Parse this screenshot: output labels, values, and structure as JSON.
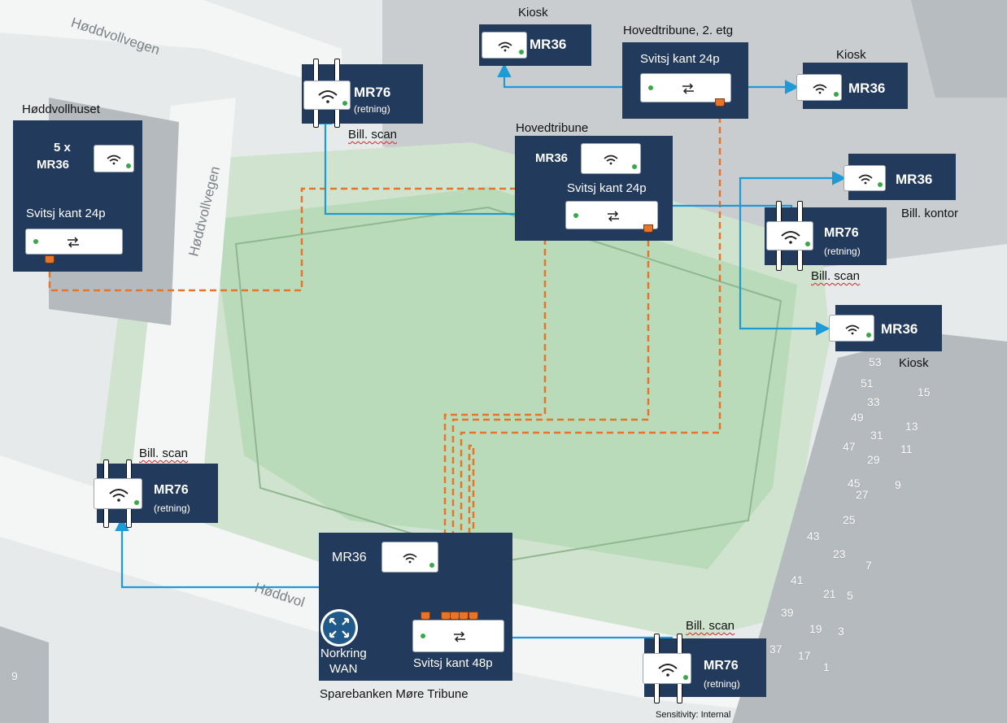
{
  "labels": {
    "hoddvollhuset": "Høddvollhuset",
    "count_5x": "5 x",
    "mr36": "MR36",
    "mr76": "MR76",
    "retning": "(retning)",
    "switch24": "Svitsj kant 24p",
    "switch48": "Svitsj kant 48p",
    "bill_scan": "Bill. scan",
    "kiosk": "Kiosk",
    "hovedtribune_2etg": "Hovedtribune, 2. etg",
    "hovedtribune": "Hovedtribune",
    "bill_kontor": "Bill. kontor",
    "norkring": "Norkring",
    "wan": "WAN",
    "sparebanken": "Sparebanken Møre Tribune",
    "sensitivity": "Sensitivity: Internal"
  },
  "street_names": [
    "Høddvollvegen",
    "Høddvollvegen",
    "Høddvol"
  ],
  "house_numbers": [
    "53",
    "51",
    "33",
    "15",
    "49",
    "31",
    "13",
    "47",
    "11",
    "29",
    "9",
    "45",
    "27",
    "25",
    "43",
    "23",
    "7",
    "41",
    "21",
    "5",
    "39",
    "19",
    "3",
    "37",
    "17",
    "1",
    "9"
  ],
  "colors": {
    "box": "#223a5c",
    "wired_link": "#1e9ad6",
    "fiber_link": "#e8742a",
    "status_led": "#3aa845",
    "pitch": "#b9dbb9"
  },
  "icons": {
    "access_point": "wifi-icon",
    "switch": "switch-arrows-icon",
    "router": "router-icon"
  }
}
